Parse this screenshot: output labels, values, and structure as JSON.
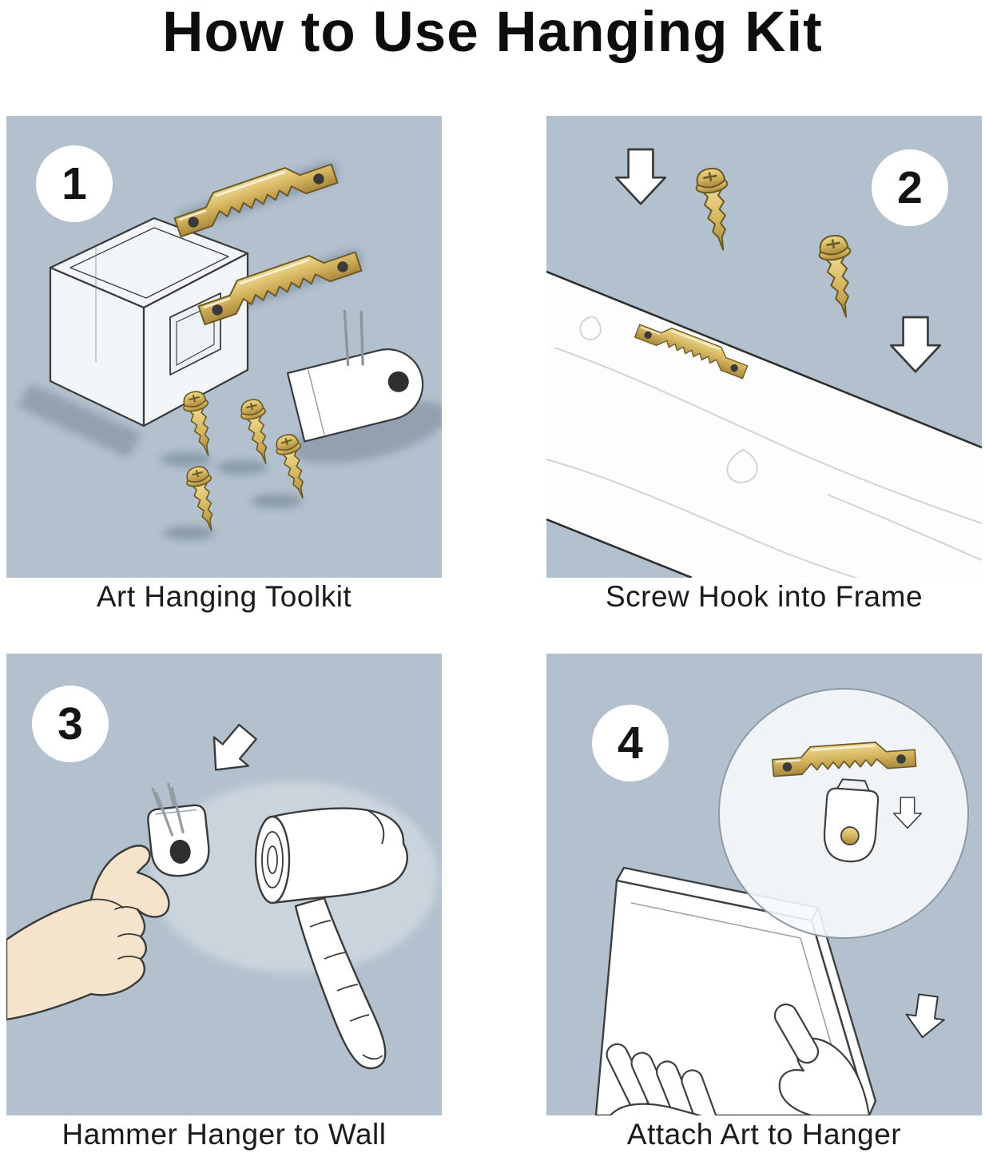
{
  "title": "How to Use Hanging Kit",
  "panels": [
    {
      "number": "1",
      "caption": "Art Hanging Toolkit",
      "items": [
        "clear-storage-box",
        "sawtooth-hanger",
        "sawtooth-hanger",
        "screw",
        "screw",
        "screw",
        "screw",
        "canvas-hook"
      ]
    },
    {
      "number": "2",
      "caption": "Screw Hook into Frame",
      "items": [
        "wood-frame-bar",
        "sawtooth-hanger",
        "screw",
        "screw",
        "down-arrow",
        "down-arrow"
      ]
    },
    {
      "number": "3",
      "caption": "Hammer Hanger to Wall",
      "items": [
        "hand",
        "wall-hanger",
        "pins",
        "hammer",
        "down-left-arrow"
      ]
    },
    {
      "number": "4",
      "caption": "Attach Art to Hanger",
      "items": [
        "canvas-frame",
        "left-hand",
        "right-hand",
        "detail-circle",
        "sawtooth-hanger",
        "wall-hanger",
        "down-arrow",
        "down-arrow"
      ]
    }
  ],
  "colors": {
    "page_background": "#ffffff",
    "panel_background": "#b3c1ce",
    "brass": "#d2b055",
    "item_white": "#ffffff",
    "outline": "#3a3a3a"
  }
}
